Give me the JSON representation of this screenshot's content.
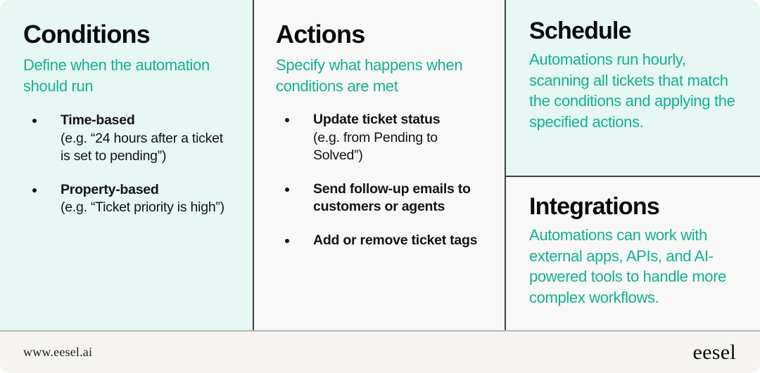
{
  "colors": {
    "teal": "#15B092",
    "ink": "#09090B",
    "mint_panel": "#E7F7F4",
    "light_panel": "#F7F8F7",
    "divider": "#3A3F40",
    "footer_bg": "#F5F4F0"
  },
  "panels": {
    "conditions": {
      "title": "Conditions",
      "subtitle": "Define when the automation should run",
      "bullets": [
        {
          "lead": "Time-based",
          "sub": "(e.g. “24 hours after a ticket is set to pending”)"
        },
        {
          "lead": "Property-based",
          "sub": "(e.g. “Ticket priority is high”)"
        }
      ]
    },
    "actions": {
      "title": "Actions",
      "subtitle": "Specify what happens when conditions are met",
      "bullets": [
        {
          "lead": "Update ticket status",
          "sub": "(e.g. from Pending to Solved”)"
        },
        {
          "lead": "Send follow-up emails to customers or agents",
          "sub": ""
        },
        {
          "lead": "Add or remove ticket tags",
          "sub": ""
        }
      ]
    },
    "schedule": {
      "title": "Schedule",
      "subtitle": "Automations run hourly, scanning all tickets that match the conditions and applying the specified actions."
    },
    "integrations": {
      "title": "Integrations",
      "subtitle": "Automations can work with external apps, APIs, and AI-powered tools to handle more complex workflows."
    }
  },
  "footer": {
    "url": "www.eesel.ai",
    "logo": "eesel"
  }
}
